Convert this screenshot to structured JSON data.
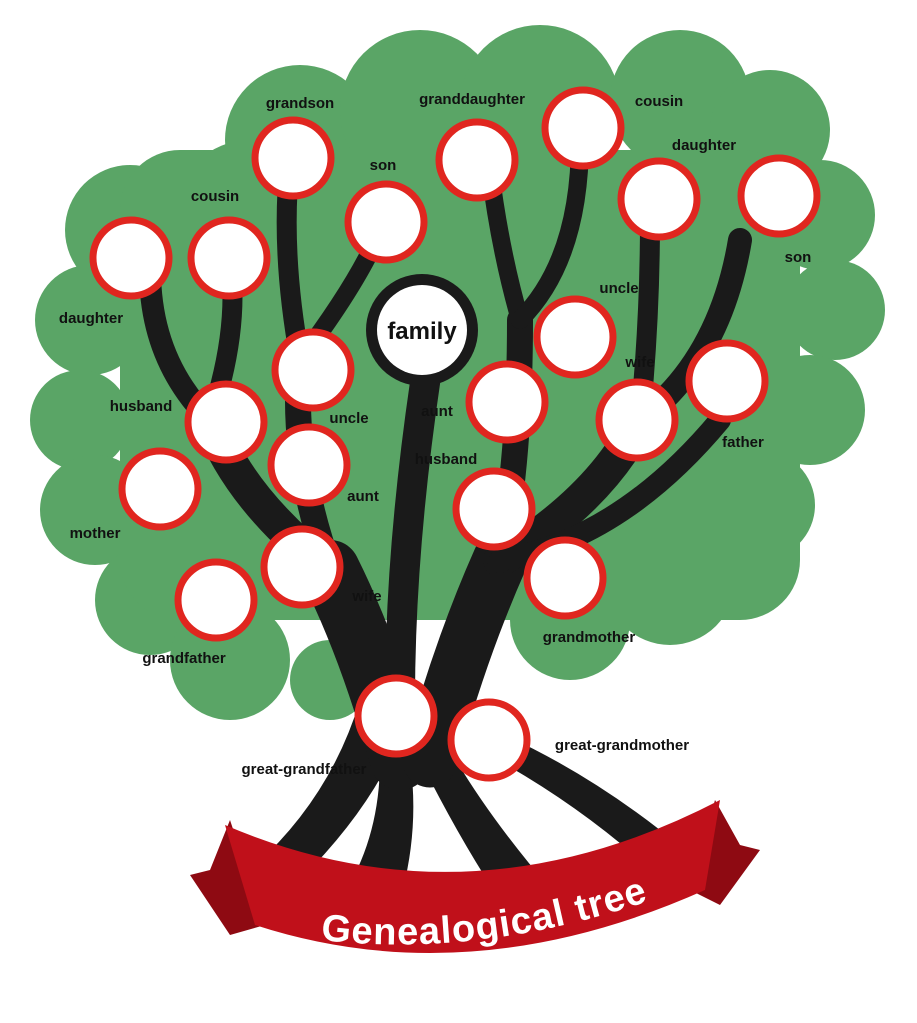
{
  "colors": {
    "foliage": "#5aa566",
    "trunk": "#1a1a1a",
    "ring": "#e0261f",
    "frame_fill": "#ffffff",
    "banner": "#c0101a",
    "banner_dark": "#8e0a12",
    "text": "#111111"
  },
  "center": {
    "label": "family"
  },
  "title": "Genealogical tree",
  "labels": {
    "grandson": "grandson",
    "granddaughter": "granddaughter",
    "cousin_top": "cousin",
    "daughter_top": "daughter",
    "cousin_left": "cousin",
    "son_top": "son",
    "son_right": "son",
    "uncle_right": "uncle",
    "daughter_left": "daughter",
    "wife_right": "wife",
    "husband_left": "husband",
    "uncle_left": "uncle",
    "aunt_right": "aunt",
    "father": "father",
    "husband_right": "husband",
    "aunt_left": "aunt",
    "mother": "mother",
    "wife_left": "wife",
    "grandmother": "grandmother",
    "grandfather": "grandfather",
    "great_grandmother": "great-grandmother",
    "great_grandfather": "great-grandfather"
  }
}
